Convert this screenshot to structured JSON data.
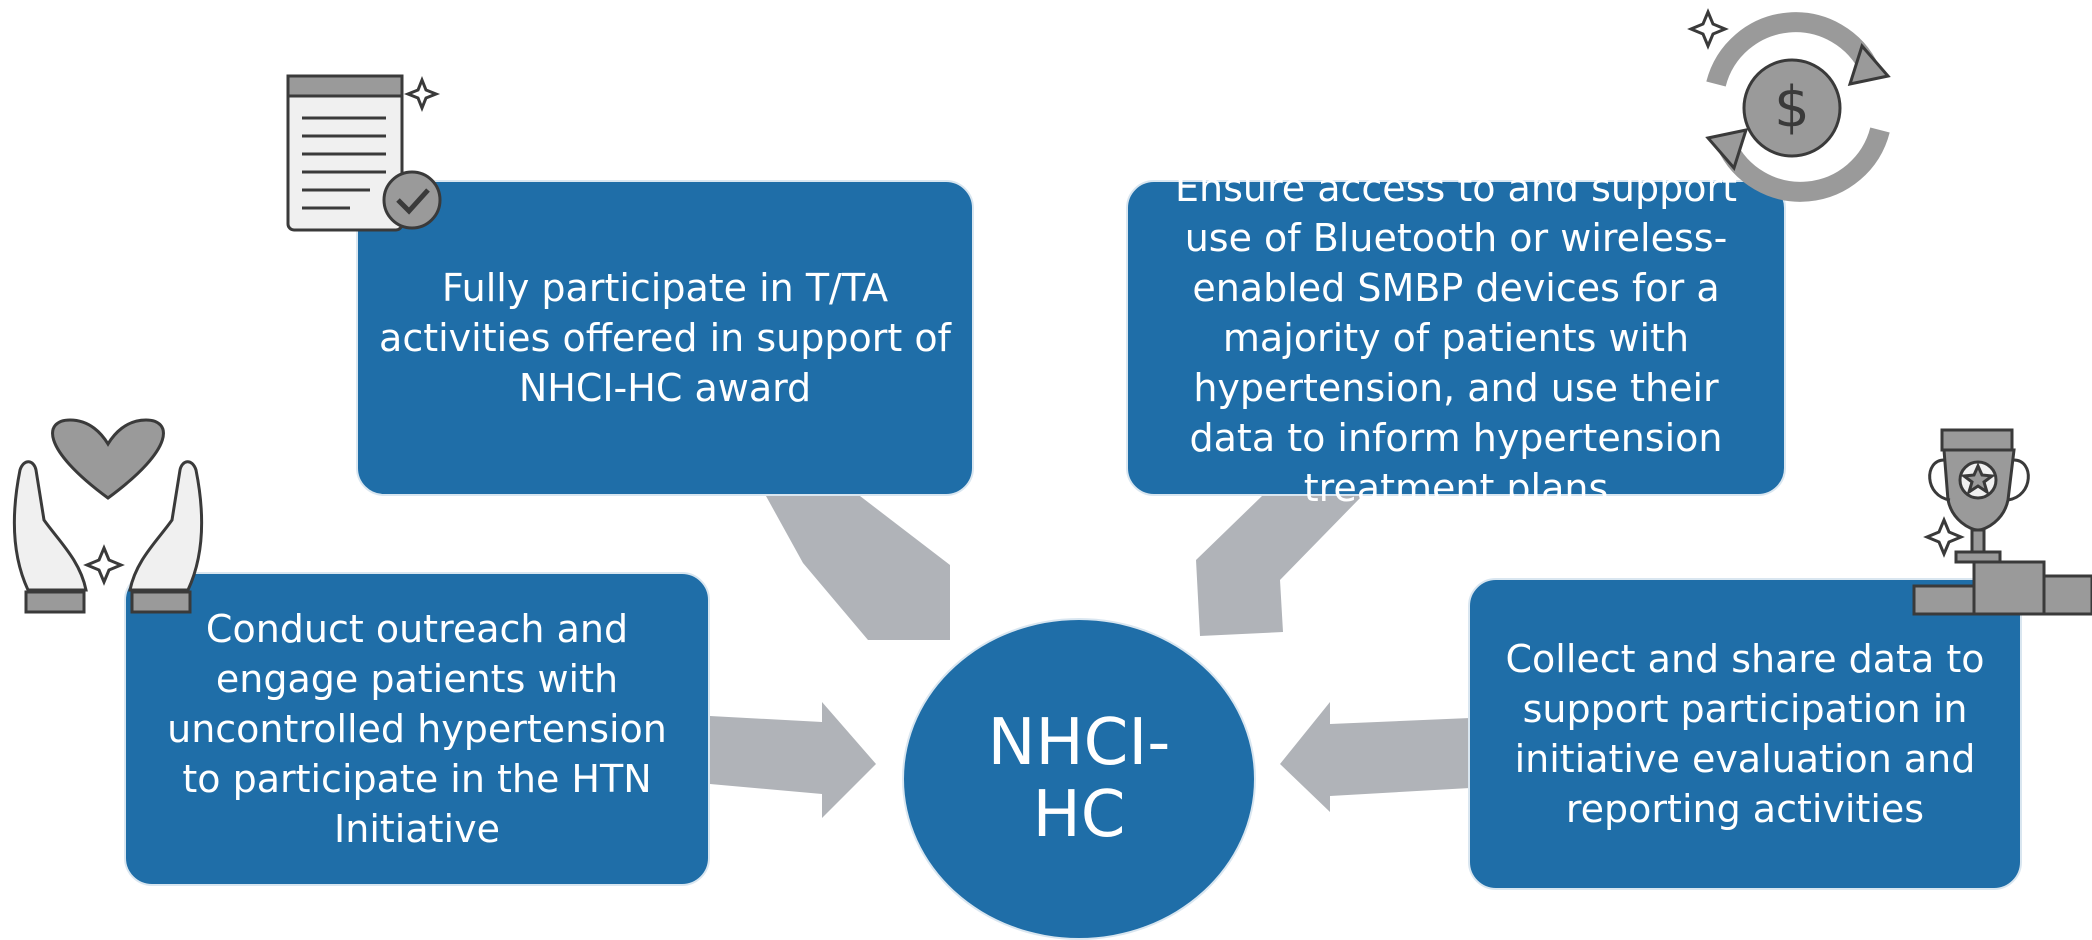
{
  "hub": {
    "label": "NHCI-\nHC"
  },
  "activities": {
    "top_left": "Fully participate in T/TA activities offered in support of NHCI-HC award",
    "top_right": "Ensure access to and support use of Bluetooth or wireless-enabled SMBP devices for a majority of patients with hypertension, and use their data to inform hypertension treatment plans",
    "bottom_left": "Conduct outreach and engage patients with uncontrolled hypertension to participate in the HTN Initiative",
    "bottom_right": "Collect and share data to support participation in initiative evaluation and reporting activities"
  },
  "icons": {
    "top_left": "document-check-icon",
    "top_right": "dollar-cycle-icon",
    "bottom_left": "heart-hands-icon",
    "bottom_right": "trophy-podium-icon"
  },
  "colors": {
    "box_fill": "#1f6ea8",
    "arrow": "#b0b3b8",
    "icon_fill": "#9a9a9a",
    "icon_stroke": "#3a3a3a",
    "text": "#ffffff"
  }
}
